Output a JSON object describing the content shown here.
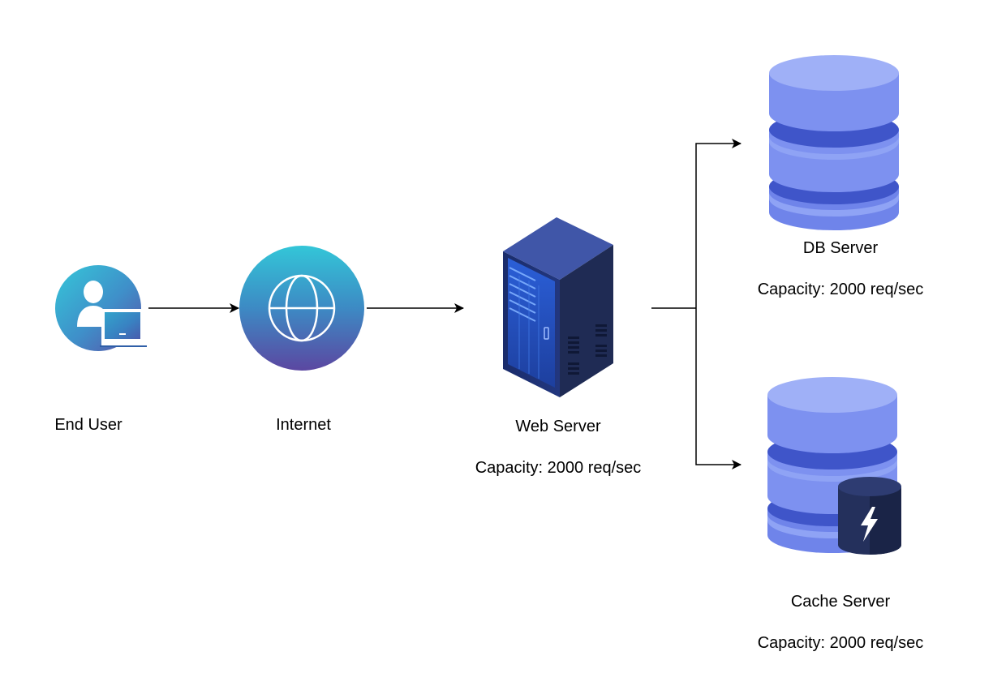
{
  "nodes": {
    "end_user": {
      "label": "End User"
    },
    "internet": {
      "label": "Internet"
    },
    "web_server": {
      "label": "Web Server",
      "capacity": "Capacity: 2000 req/sec"
    },
    "db_server": {
      "label": "DB Server",
      "capacity": "Capacity: 2000 req/sec"
    },
    "cache_server": {
      "label": "Cache Server",
      "capacity": "Capacity: 2000 req/sec"
    }
  },
  "edges": [
    {
      "from": "end_user",
      "to": "internet"
    },
    {
      "from": "internet",
      "to": "web_server"
    },
    {
      "from": "web_server",
      "to": "db_server"
    },
    {
      "from": "web_server",
      "to": "cache_server"
    }
  ],
  "colors": {
    "connector": "#000000",
    "db_light": "#8fa3f5",
    "db_mid": "#6f84ea",
    "db_band": "#3f55c9",
    "rack_dark": "#1f2b54",
    "cache_badge": "#24305c"
  }
}
